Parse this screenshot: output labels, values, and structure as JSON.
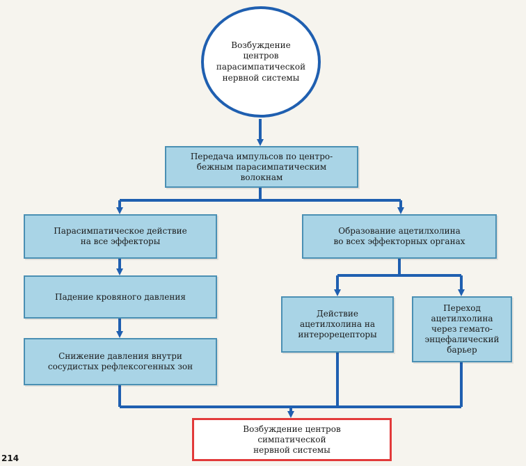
{
  "nodes": {
    "start": "Возбуждение\nцентров\nпарасимпатической\nнервной системы",
    "transmission": "Передача импульсов по центро-\nбежным парасимпатическим\nволокнам",
    "effectors": "Парасимпатическое действие\nна все эффекторы",
    "acetylcholine_formation": "Образование ацетилхолина\nво всех эффекторных органах",
    "blood_pressure_drop": "Падение кровяного давления",
    "interoreceptors": "Действие\nацетилхолина на\nинтерорецепторы",
    "bbb_transfer": "Переход\nацетилхолина\nчерез гемато-\nэнцефалический\nбарьер",
    "reflex_zone_pressure": "Снижение давления внутри\nсосудистых рефлексогенных зон",
    "end": "Возбуждение центров\nсимпатической\nнервной системы"
  },
  "page_number": "214",
  "colors": {
    "box_fill": "#a9d4e6",
    "box_border": "#4a8fb3",
    "arrow": "#1f5fb0",
    "circle_border": "#1f5fb0",
    "end_border": "#e23a3a"
  }
}
